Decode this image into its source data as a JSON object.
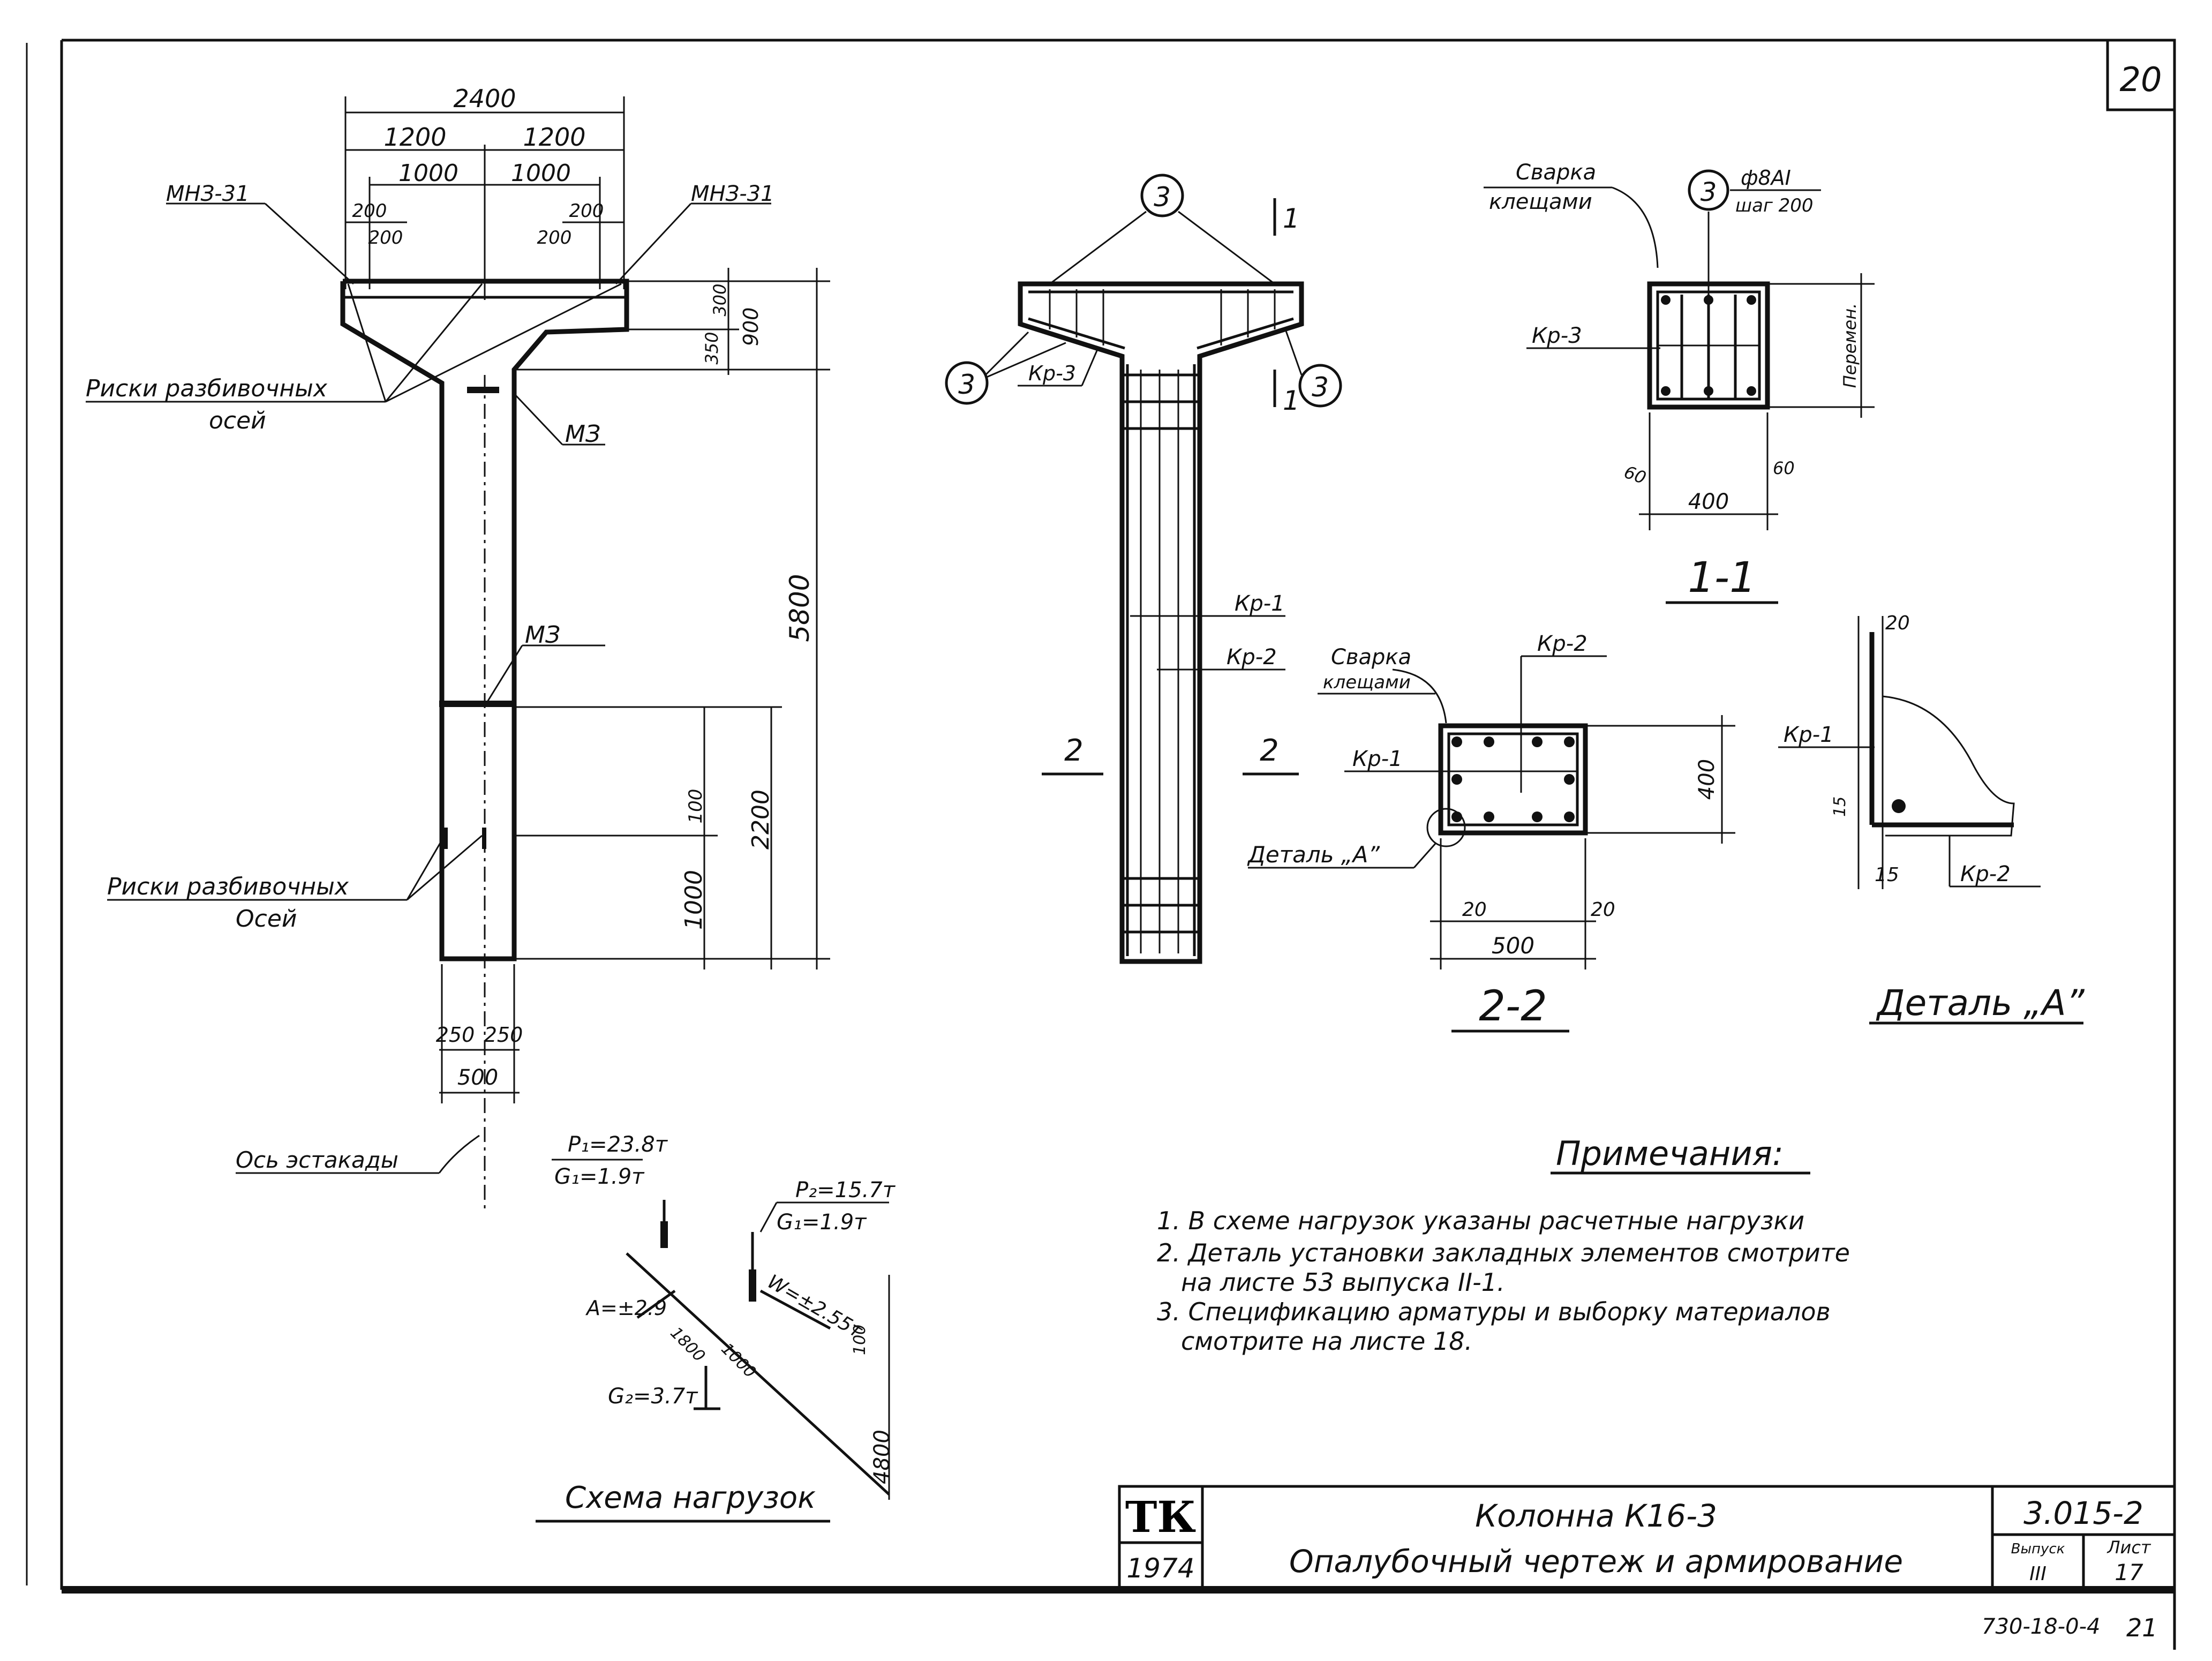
{
  "sheet": {
    "corner_number": "20",
    "bottom_code": "730-18-0-4",
    "bottom_page": "21"
  },
  "left_view": {
    "dim_total": "2400",
    "dim_half_left": "1200",
    "dim_half_right": "1200",
    "dim_inner_left": "1000",
    "dim_inner_right": "1000",
    "dim_small_200_l": "200",
    "dim_small_200_ll": "200",
    "dim_small_200_r": "200",
    "dim_small_200_rr": "200",
    "label_mnz_left": "МНЗ-31",
    "label_mnz_right": "МНЗ-31",
    "dim_300": "300",
    "dim_350": "350",
    "dim_900": "900",
    "dim_5800": "5800",
    "label_risks_top_1": "Риски разбивочных",
    "label_risks_top_2": "осей",
    "label_mz_1": "МЗ",
    "label_mz_2": "МЗ",
    "dim_100": "100",
    "dim_2200": "2200",
    "dim_1000": "1000",
    "label_risks_bot_1": "Риски разбивочных",
    "label_risks_bot_2": "Осей",
    "dim_250_l": "250",
    "dim_250_r": "250",
    "dim_500": "500",
    "label_axis": "Ось эстакады"
  },
  "loads": {
    "p1": "P₁=23.8т",
    "g1a": "G₁=1.9т",
    "p2": "P₂=15.7т",
    "g1b": "G₁=1.9т",
    "a": "A=±2.9",
    "w": "W=±2.55т",
    "d1800": "1800",
    "d1000": "1000",
    "d100": "100",
    "g2": "G₂=3.7т",
    "d4800": "4800",
    "title": "Схема нагрузок"
  },
  "middle_view": {
    "mark_3_top": "3",
    "mark_3_left": "3",
    "mark_3_right": "3",
    "label_kr3": "Кр-3",
    "section_1": "1",
    "section_1b": "1",
    "label_kr1": "Кр-1",
    "label_kr2": "Кр-2",
    "section_2_l": "2",
    "section_2_r": "2"
  },
  "section_11": {
    "weld_1": "Сварка",
    "weld_2": "клещами",
    "mark": "3",
    "bar": "ф8АI",
    "step": "шаг 200",
    "kr3": "Кр-3",
    "variable": "Перемен.",
    "d60_l": "60",
    "d60_r": "60",
    "d400": "400",
    "title": "1-1"
  },
  "section_22": {
    "weld_1": "Сварка",
    "weld_2": "клещами",
    "kr2": "Кр-2",
    "kr1": "Кр-1",
    "detail": "Деталь „А”",
    "d400": "400",
    "d20_l": "20",
    "d20_r": "20",
    "d500": "500",
    "title": "2-2"
  },
  "detail_a": {
    "d20": "20",
    "kr1": "Кр-1",
    "d15": "15",
    "d15b": "15",
    "kr2": "Кр-2",
    "title": "Деталь „А”"
  },
  "notes": {
    "title": "Примечания:",
    "line1": "1. В схеме нагрузок указаны расчетные нагрузки",
    "line2": "2. Деталь установки закладных элементов смотрите",
    "line3": "на листе 53 выпуска II-1.",
    "line4": "3. Спецификацию арматуры и выборку материалов",
    "line5": "смотрите на листе 18."
  },
  "title_block": {
    "logo": "ТК",
    "year": "1974",
    "name": "Колонна К16-3",
    "subtitle": "Опалубочный чертеж и армирование",
    "series": "3.015-2",
    "issue_label": "Выпуск",
    "issue": "III",
    "sheet_label": "Лист",
    "sheet": "17"
  }
}
